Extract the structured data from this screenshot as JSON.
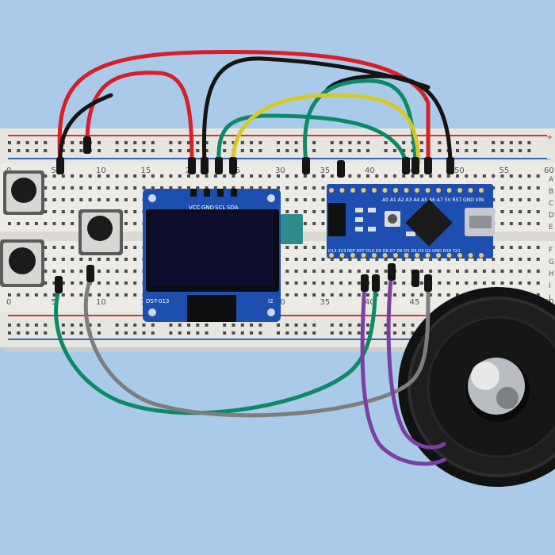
{
  "breadboard": {
    "col_numbers": [
      "0",
      "5",
      "10",
      "15",
      "20",
      "25",
      "30",
      "35",
      "40",
      "45",
      "50",
      "55",
      "60"
    ],
    "row_letters_top": [
      "A",
      "B",
      "C",
      "D",
      "E"
    ],
    "row_letters_bottom": [
      "F",
      "G",
      "H",
      "I",
      "J"
    ],
    "rail_plus": "+",
    "rail_minus": "-"
  },
  "oled": {
    "pin_labels": [
      "VCC",
      "GND",
      "SCL",
      "SDA"
    ],
    "silk_left": "DST-013",
    "silk_right": "I2"
  },
  "arduino": {
    "top_pins": "A0 A1 A2 A3 A4 A5 A6 A7 5V RST GND VIN",
    "bottom_pins": "D13 3V3 REF RST D10 D9 D8 D7 D6 D5 D4 D3 D2 GND RX0 TX1",
    "chip_label": "",
    "usb_label": ""
  },
  "colors": {
    "background": "#a9cbe9",
    "breadboard": "#ecebe6",
    "rail_red": "#d2343a",
    "rail_blue": "#2f63c4",
    "wire_red": "#d81f26",
    "wire_black": "#141414",
    "wire_green": "#0b8a68",
    "wire_yellow": "#d9c824",
    "wire_gray": "#7d7d7d",
    "wire_purple": "#7b3fa6",
    "pcb_blue": "#1d4fb0"
  }
}
